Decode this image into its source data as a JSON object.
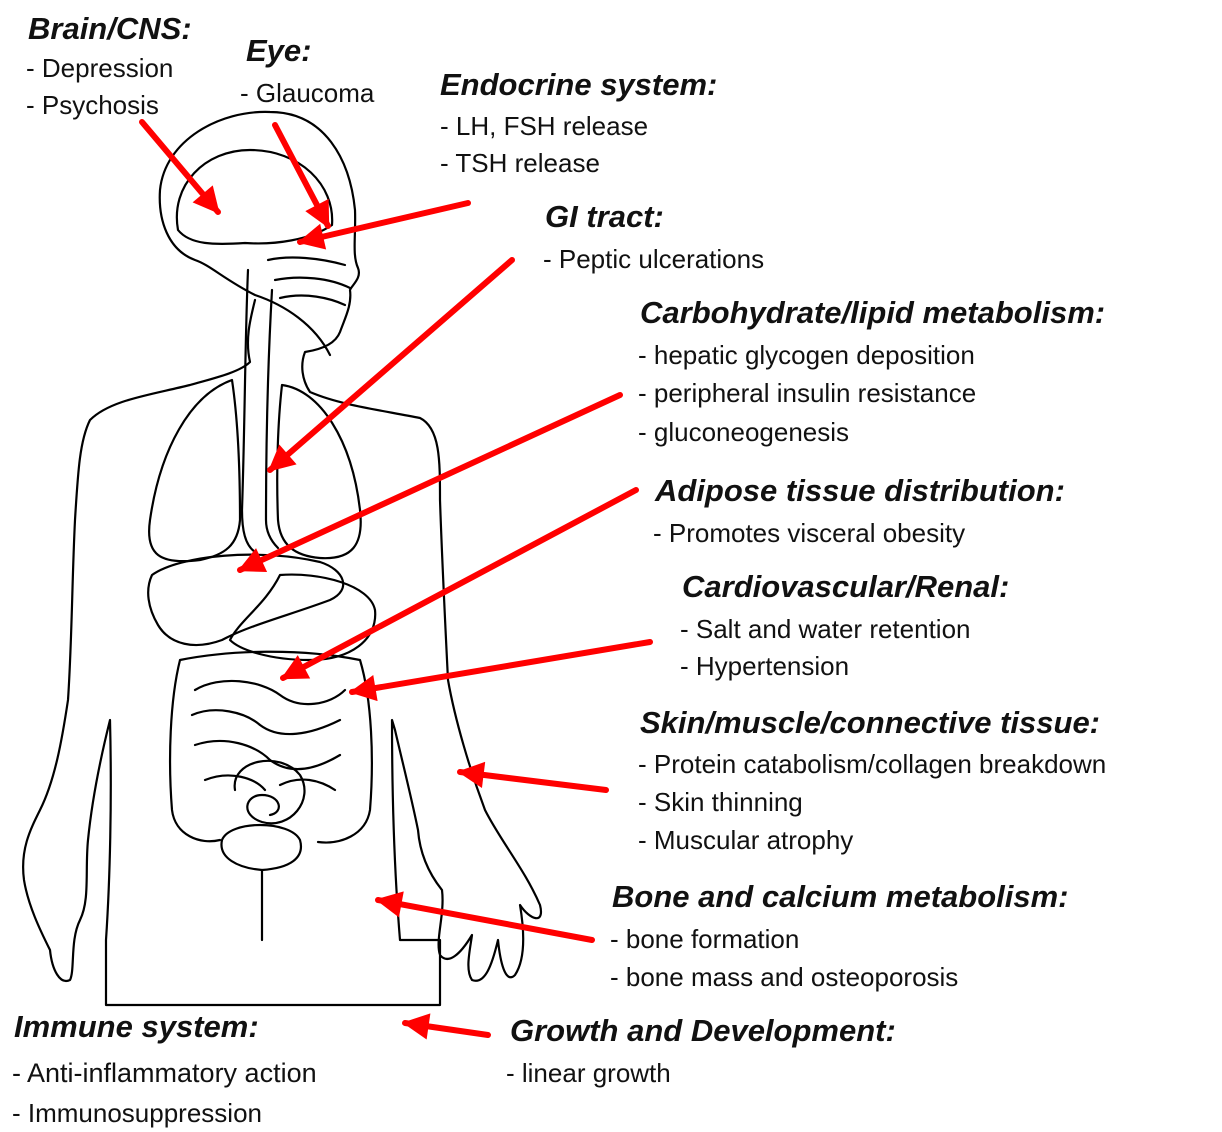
{
  "colors": {
    "arrow": "#ff0000",
    "outline": "#000000",
    "text": "#111111",
    "background": "#ffffff"
  },
  "groups": [
    {
      "id": "brain",
      "heading": "Brain/CNS:",
      "items": [
        "- Depression",
        "- Psychosis"
      ]
    },
    {
      "id": "eye",
      "heading": "Eye:",
      "items": [
        "- Glaucoma"
      ]
    },
    {
      "id": "endocrine",
      "heading": "Endocrine system:",
      "items": [
        "- LH, FSH release",
        "- TSH release"
      ]
    },
    {
      "id": "gi",
      "heading": "GI tract:",
      "items": [
        "- Peptic ulcerations"
      ]
    },
    {
      "id": "carb",
      "heading": "Carbohydrate/lipid metabolism:",
      "items": [
        "- hepatic glycogen deposition",
        "- peripheral insulin resistance",
        "- gluconeogenesis"
      ]
    },
    {
      "id": "adipose",
      "heading": "Adipose tissue distribution:",
      "items": [
        "- Promotes visceral obesity"
      ]
    },
    {
      "id": "cardio",
      "heading": "Cardiovascular/Renal:",
      "items": [
        "- Salt and water retention",
        "- Hypertension"
      ]
    },
    {
      "id": "skin",
      "heading": "Skin/muscle/connective tissue:",
      "items": [
        "- Protein catabolism/collagen breakdown",
        "- Skin thinning",
        "- Muscular atrophy"
      ]
    },
    {
      "id": "bone",
      "heading": "Bone and calcium metabolism:",
      "items": [
        "- bone formation",
        "- bone mass and osteoporosis"
      ]
    },
    {
      "id": "immune",
      "heading": "Immune system:",
      "items": [
        "- Anti-inflammatory action",
        "- Immunosuppression"
      ]
    },
    {
      "id": "growth",
      "heading": "Growth and Development:",
      "items": [
        "- linear growth"
      ]
    }
  ]
}
